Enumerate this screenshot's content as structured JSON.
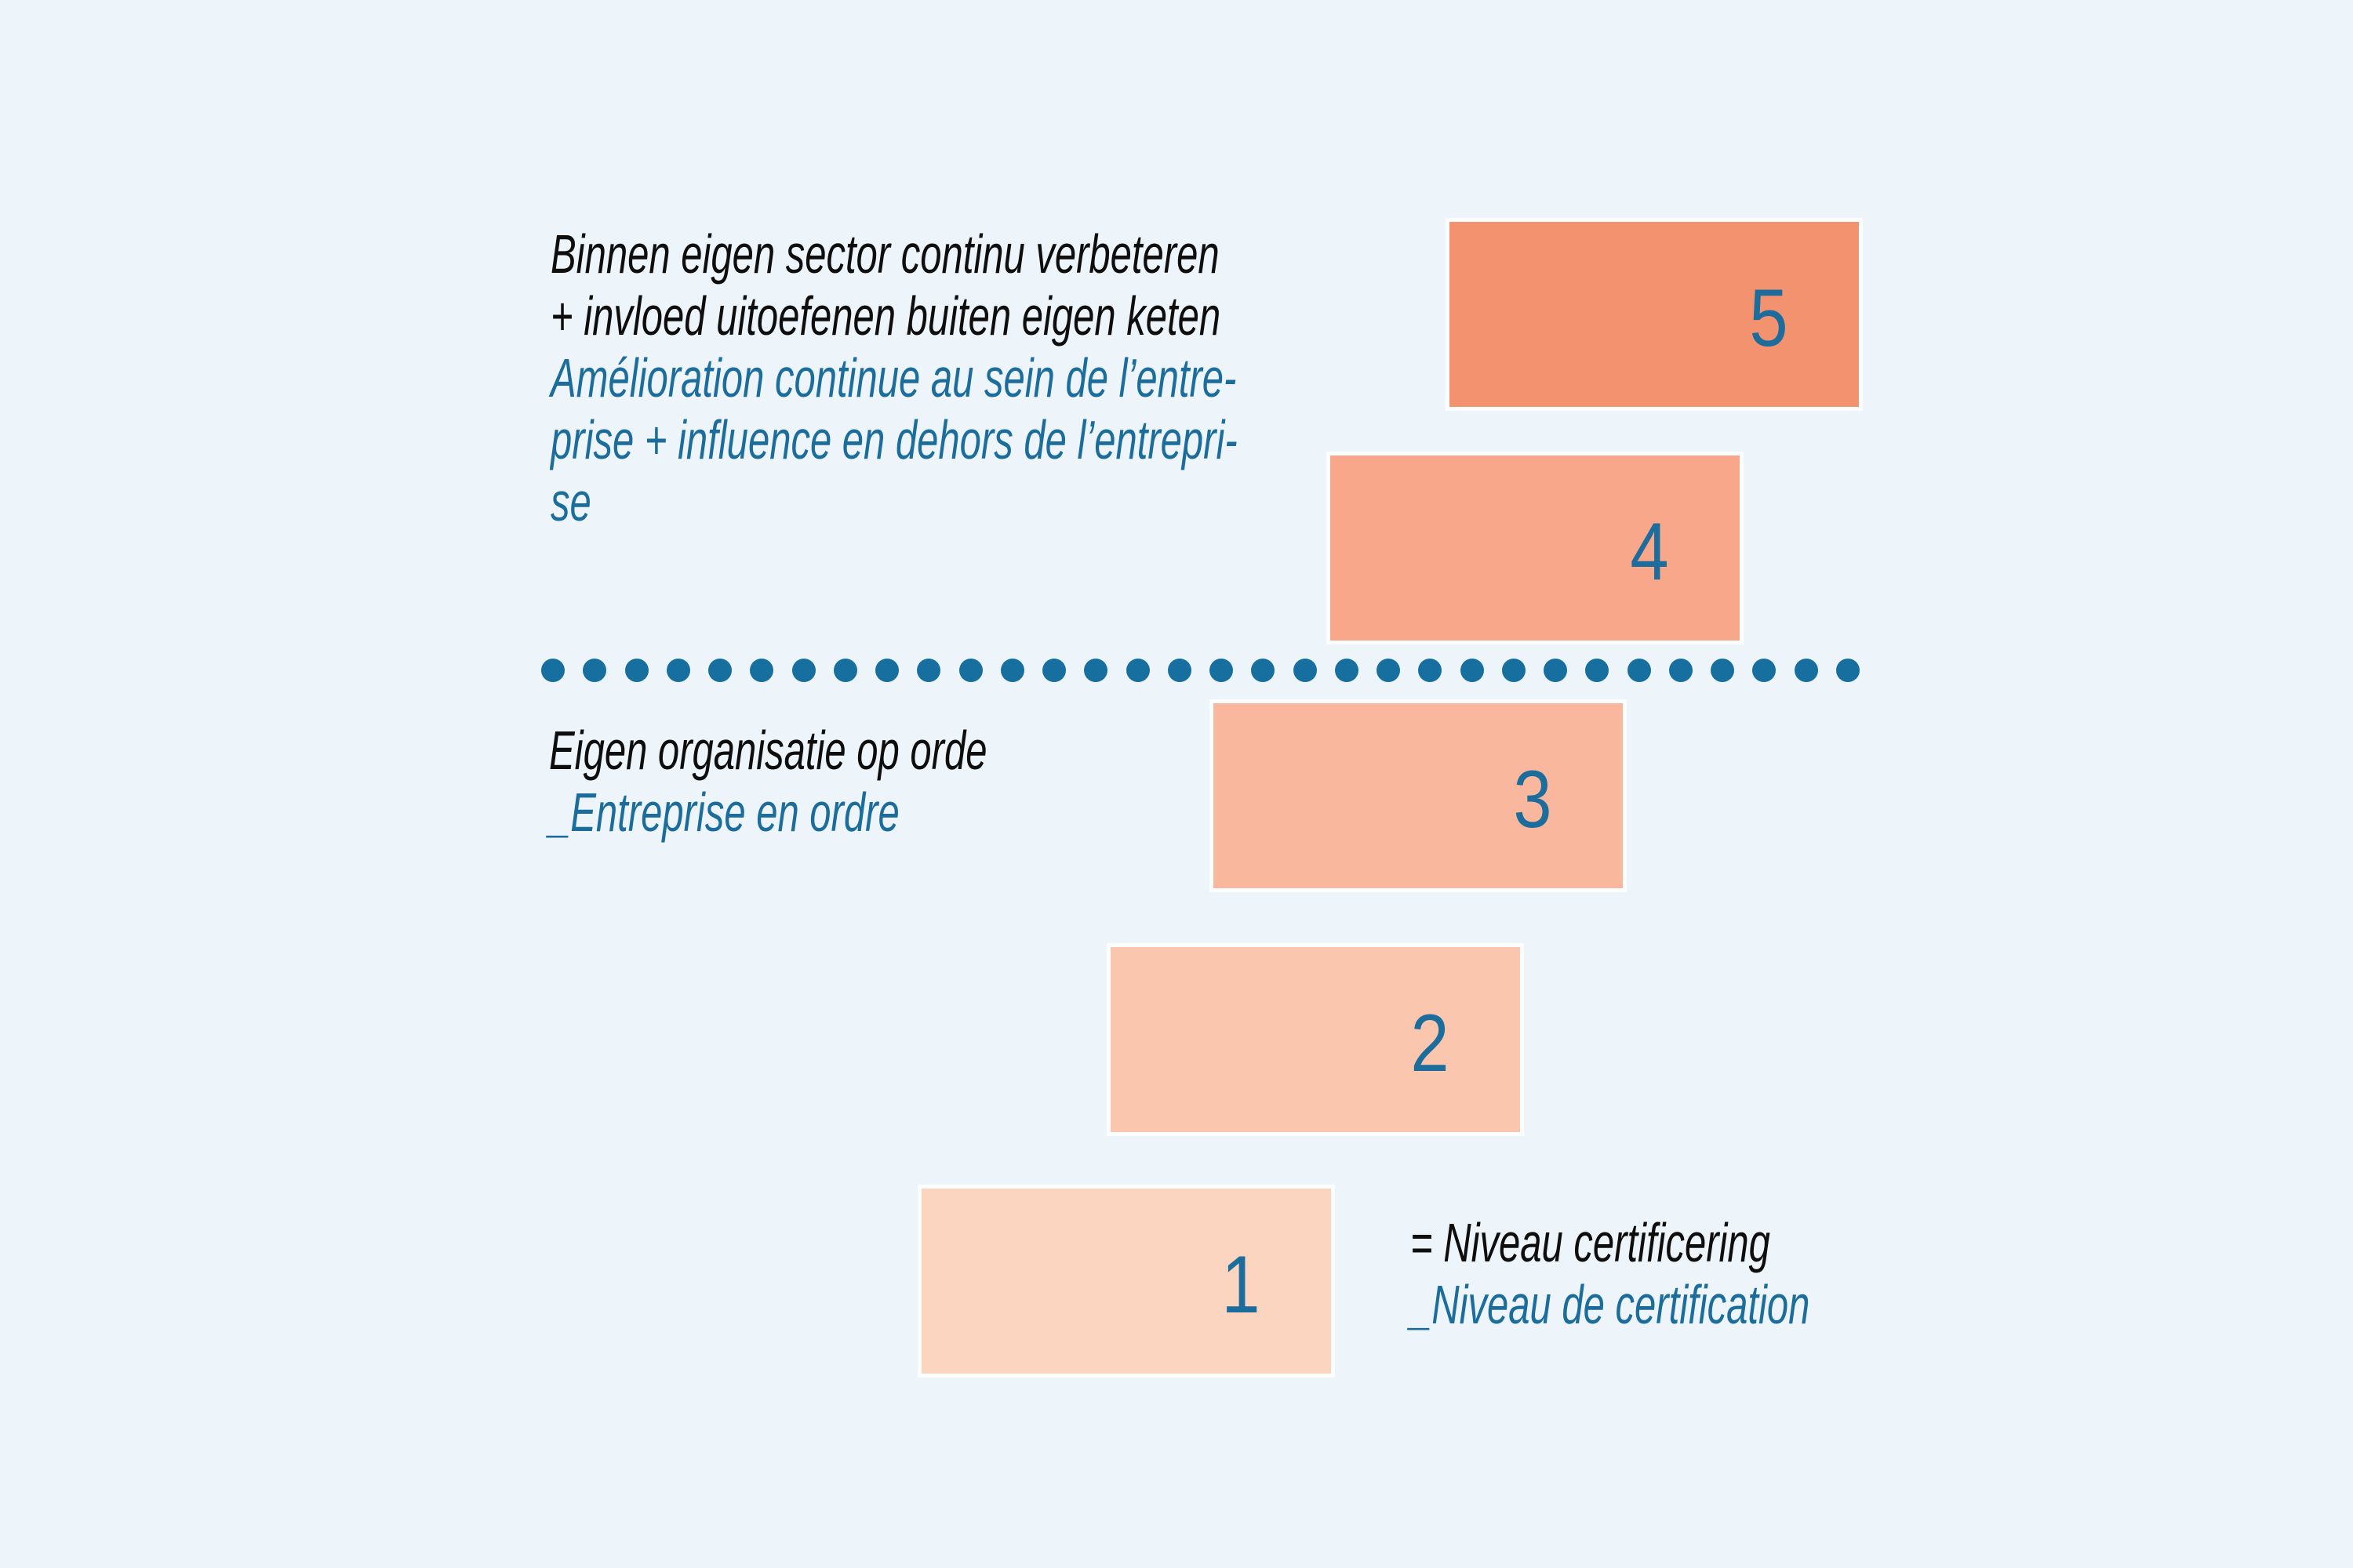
{
  "canvas": {
    "background": "#edf5fb"
  },
  "colors": {
    "black": "#0e0e0e",
    "teal": "#1c6d9c",
    "dots": "#166f9e",
    "block_edge": "rgba(255,255,255,0.8)"
  },
  "top_caption": {
    "lines": [
      {
        "text": "Binnen eigen sector continu verbeteren",
        "color": "black"
      },
      {
        "text": "+ invloed uitoefenen buiten eigen keten",
        "color": "black"
      },
      {
        "text": "Amélioration continue au sein de l’entre-",
        "color": "teal"
      },
      {
        "text": "prise + influence en dehors de l’entrepri-",
        "color": "teal"
      },
      {
        "text": "se",
        "color": "teal"
      }
    ]
  },
  "mid_caption": {
    "lines": [
      {
        "text": "Eigen organisatie op orde",
        "color": "black"
      },
      {
        "text": "_Entreprise en ordre",
        "color": "teal"
      }
    ]
  },
  "legend": {
    "lines": [
      {
        "text": "= Niveau certificering",
        "color": "black"
      },
      {
        "text": "_Niveau de certification",
        "color": "teal"
      }
    ]
  },
  "ladder": {
    "levels": [
      {
        "number": "5",
        "fill": "#f2926e"
      },
      {
        "number": "4",
        "fill": "#f8a78a"
      },
      {
        "number": "3",
        "fill": "#f9b89d"
      },
      {
        "number": "2",
        "fill": "#fbc6ae"
      },
      {
        "number": "1",
        "fill": "#fcd5c1"
      }
    ]
  },
  "separator": {
    "dot_count": 32
  }
}
